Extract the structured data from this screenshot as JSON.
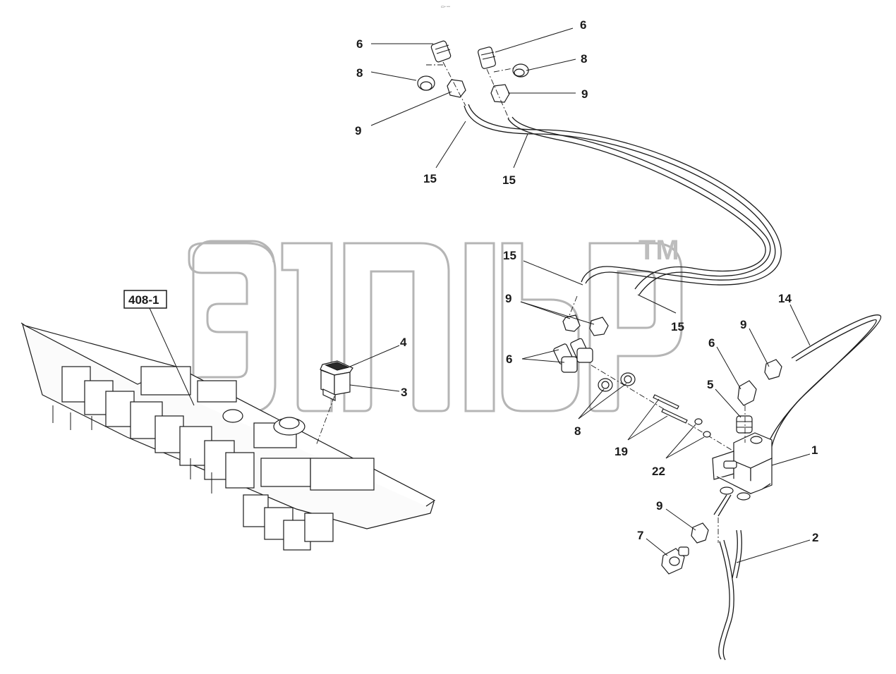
{
  "header_mark": "▭▫ ▫▫▫",
  "watermark": {
    "trademark": "TM"
  },
  "reference_box": {
    "label": "408-1"
  },
  "callouts": [
    {
      "id": "c6a",
      "label": "6"
    },
    {
      "id": "c8a",
      "label": "8"
    },
    {
      "id": "c9a",
      "label": "9"
    },
    {
      "id": "c15a",
      "label": "15"
    },
    {
      "id": "c15b",
      "label": "15"
    },
    {
      "id": "c6b",
      "label": "6"
    },
    {
      "id": "c8b",
      "label": "8"
    },
    {
      "id": "c9b",
      "label": "9"
    },
    {
      "id": "c15c",
      "label": "15"
    },
    {
      "id": "c9c",
      "label": "9"
    },
    {
      "id": "c6c",
      "label": "6"
    },
    {
      "id": "c15d",
      "label": "15"
    },
    {
      "id": "c8c",
      "label": "8"
    },
    {
      "id": "c4",
      "label": "4"
    },
    {
      "id": "c3",
      "label": "3"
    },
    {
      "id": "c14",
      "label": "14"
    },
    {
      "id": "c9d",
      "label": "9"
    },
    {
      "id": "c6d",
      "label": "6"
    },
    {
      "id": "c5",
      "label": "5"
    },
    {
      "id": "c19",
      "label": "19"
    },
    {
      "id": "c22",
      "label": "22"
    },
    {
      "id": "c1",
      "label": "1"
    },
    {
      "id": "c9e",
      "label": "9"
    },
    {
      "id": "c7",
      "label": "7"
    },
    {
      "id": "c2",
      "label": "2"
    }
  ]
}
